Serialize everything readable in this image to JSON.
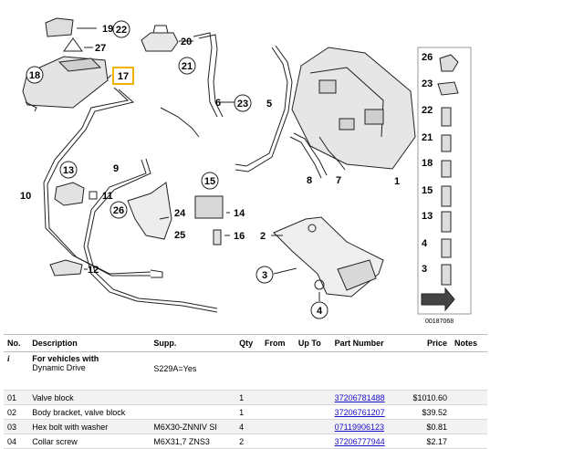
{
  "diagram": {
    "image_id": "00187068",
    "highlighted_callout": "17",
    "callouts": [
      "1",
      "2",
      "3",
      "4",
      "5",
      "6",
      "7",
      "8",
      "9",
      "10",
      "11",
      "12",
      "13",
      "14",
      "15",
      "16",
      "17",
      "18",
      "19",
      "20",
      "21",
      "22",
      "23",
      "24",
      "25",
      "26",
      "27"
    ],
    "side_panel": [
      "26",
      "23",
      "22",
      "21",
      "18",
      "15",
      "13",
      "4",
      "3"
    ]
  },
  "table": {
    "headers": {
      "no": "No.",
      "description": "Description",
      "supp": "Supp.",
      "qty": "Qty",
      "from": "From",
      "upto": "Up To",
      "part_number": "Part Number",
      "price": "Price",
      "notes": "Notes"
    },
    "info_row": {
      "icon": "i",
      "line1": "For vehicles with",
      "line2": "Dynamic Drive",
      "supp": "S229A=Yes"
    },
    "rows": [
      {
        "no": "01",
        "description": "Valve block",
        "supp": "",
        "qty": "1",
        "part_number": "37206781488",
        "price": "$1010.60"
      },
      {
        "no": "02",
        "description": "Body bracket, valve block",
        "supp": "",
        "qty": "1",
        "part_number": "37206761207",
        "price": "$39.52"
      },
      {
        "no": "03",
        "description": "Hex bolt with washer",
        "supp": "M6X30-ZNNIV SI",
        "qty": "4",
        "part_number": "07119906123",
        "price": "$0.81"
      },
      {
        "no": "04",
        "description": "Collar screw",
        "supp": "M6X31,7 ZNS3",
        "qty": "2",
        "part_number": "37206777944",
        "price": "$2.17"
      }
    ]
  },
  "colors": {
    "highlight": "#f0b400",
    "link": "#1a0dcc",
    "line": "#222222"
  }
}
